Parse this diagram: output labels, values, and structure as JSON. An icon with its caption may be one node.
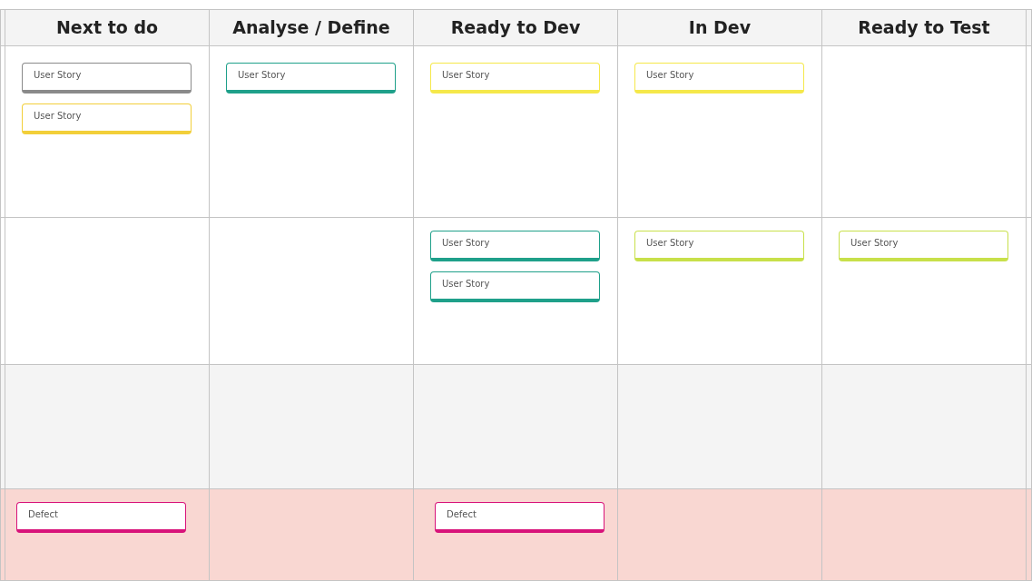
{
  "diagram": {
    "nodes": [
      {
        "text": [
          "User Story"
        ]
      },
      {
        "text": [
          "User Story"
        ]
      },
      {
        "text": [
          "User Story"
        ]
      },
      {
        "text": [
          "User Story"
        ]
      },
      {
        "text": [
          "User Story"
        ]
      },
      {
        "text": [
          "User Story"
        ]
      },
      {
        "text": [
          "User Story"
        ]
      },
      {
        "text": [
          "User Story"
        ]
      },
      {
        "text": [
          "User Story"
        ]
      },
      {
        "text": [
          "Defect"
        ]
      },
      {
        "text": [
          "Defect"
        ]
      }
    ],
    "labels": [
      "Next to do",
      "Analyse / Define",
      "Ready to Dev",
      "In Dev",
      "Ready to Test"
    ]
  }
}
